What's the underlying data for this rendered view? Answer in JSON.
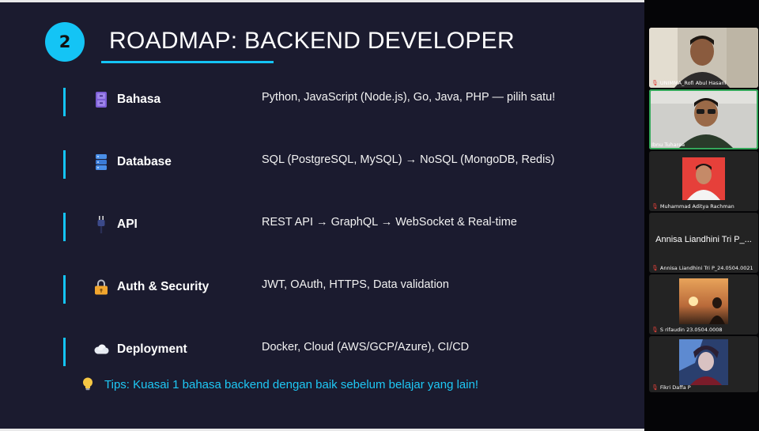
{
  "slide": {
    "number": "2",
    "title": "ROADMAP: BACKEND DEVELOPER",
    "items": [
      {
        "icon": "file-cabinet-icon",
        "label": "Bahasa",
        "desc": "Python, JavaScript (Node.js), Go, Java, PHP — pilih satu!"
      },
      {
        "icon": "database-icon",
        "label": "Database",
        "desc": "SQL (PostgreSQL, MySQL) → NoSQL (MongoDB, Redis)"
      },
      {
        "icon": "plug-icon",
        "label": "API",
        "desc": "REST API → GraphQL → WebSocket & Real-time"
      },
      {
        "icon": "lock-icon",
        "label": "Auth & Security",
        "desc": "JWT, OAuth, HTTPS, Data validation"
      },
      {
        "icon": "cloud-icon",
        "label": "Deployment",
        "desc": "Docker, Cloud (AWS/GCP/Azure), CI/CD"
      }
    ],
    "tip": "Tips: Kuasai 1 bahasa backend dengan baik sebelum belajar yang lain!"
  },
  "participants": [
    {
      "name": "UNIMMA_Rofi Abul Hasani",
      "muted": true,
      "video": true
    },
    {
      "name": "Ibnu Tuharea",
      "muted": false,
      "video": true,
      "speaking": true
    },
    {
      "name": "Muhammad Aditya Rachman",
      "muted": true,
      "video": false
    },
    {
      "name": "Annisa Liandhini Tri P_24.0504.0021",
      "display": "Annisa Liandhini Tri P_...",
      "muted": true,
      "video": false
    },
    {
      "name": "S rifaudin 23.0504.0008",
      "muted": true,
      "video": false
    },
    {
      "name": "Fikri Daffa P",
      "muted": true,
      "video": false
    }
  ],
  "colors": {
    "accent": "#14c4f5",
    "slide_bg": "#1b1b2f",
    "speaking_border": "#34a85a",
    "muted": "#e0403a"
  }
}
